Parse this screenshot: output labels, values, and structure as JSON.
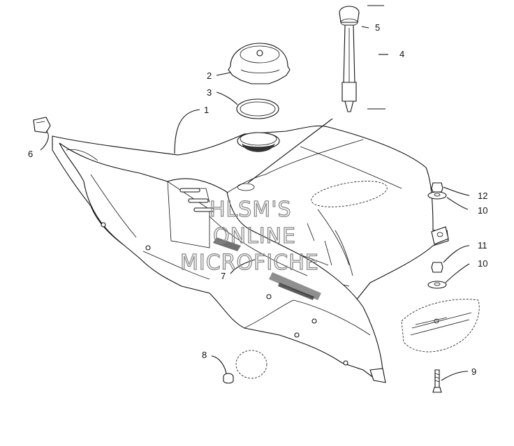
{
  "diagram": {
    "callouts": [
      {
        "id": "1",
        "label": "1"
      },
      {
        "id": "2",
        "label": "2"
      },
      {
        "id": "3",
        "label": "3"
      },
      {
        "id": "4",
        "label": "4"
      },
      {
        "id": "5",
        "label": "5"
      },
      {
        "id": "6",
        "label": "6"
      },
      {
        "id": "7",
        "label": "7"
      },
      {
        "id": "8",
        "label": "8"
      },
      {
        "id": "9",
        "label": "9"
      },
      {
        "id": "10a",
        "label": "10"
      },
      {
        "id": "10b",
        "label": "10"
      },
      {
        "id": "11",
        "label": "11"
      },
      {
        "id": "12",
        "label": "12"
      }
    ],
    "watermark": [
      "HLSM'S",
      "ONLINE",
      "MICROFICHE"
    ]
  }
}
